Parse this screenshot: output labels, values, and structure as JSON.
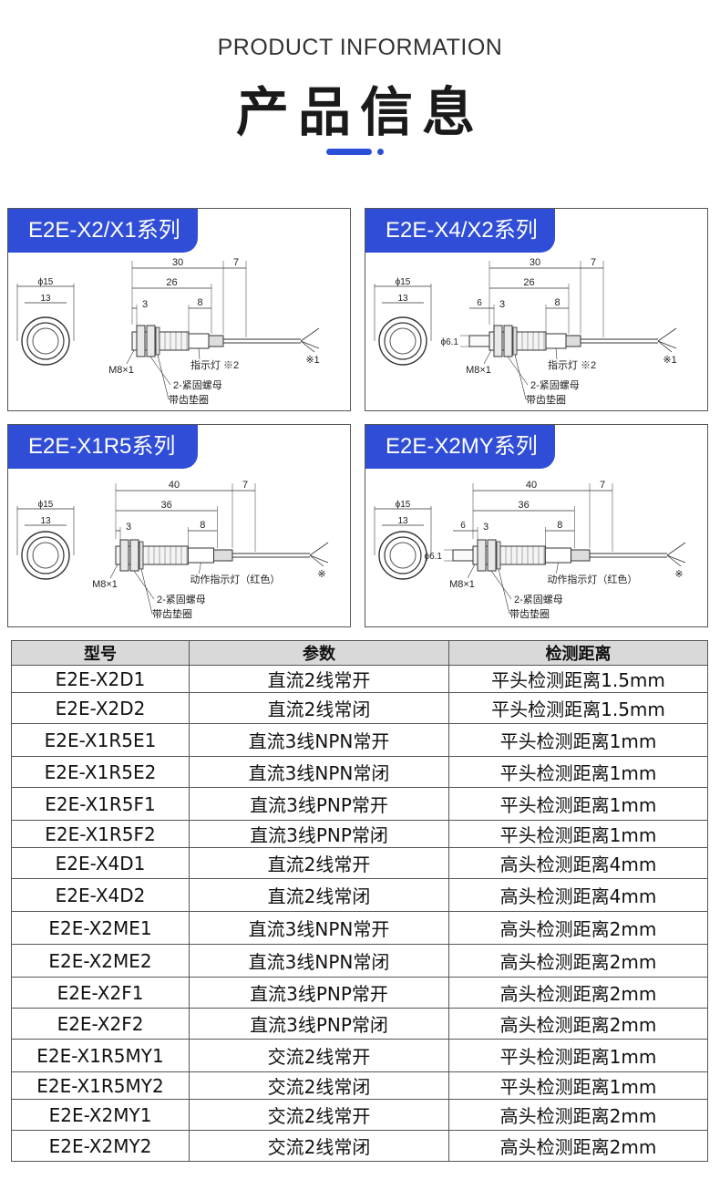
{
  "header": {
    "subtitle": "PRODUCT INFORMATION",
    "title": "产品信息"
  },
  "colors": {
    "accent": "#2c4fd8",
    "tab_bg": "#2f4dd6",
    "table_header_bg": "#d9d9d9"
  },
  "panels": [
    {
      "title": "E2E-X2/X1系列",
      "dims": {
        "diameter": "ϕ15",
        "hex": "13",
        "overall": "30",
        "cable": "7",
        "body": "26",
        "thread": "3",
        "led": "8"
      },
      "labels": {
        "thread_size": "M8×1",
        "indicator": "指示灯 ※2",
        "nut": "2-紧固螺母",
        "washer": "带齿垫圈",
        "note": "※1"
      }
    },
    {
      "title": "E2E-X4/X2系列",
      "dims": {
        "diameter": "ϕ15",
        "hex": "13",
        "overall": "30",
        "cable": "7",
        "body": "26",
        "head": "6",
        "thread": "3",
        "led": "8",
        "sensor": "ϕ6.1"
      },
      "labels": {
        "thread_size": "M8×1",
        "indicator": "指示灯 ※2",
        "nut": "2-紧固螺母",
        "washer": "带齿垫圈",
        "note": "※1"
      }
    },
    {
      "title": "E2E-X1R5系列",
      "dims": {
        "diameter": "ϕ15",
        "hex": "13",
        "overall": "40",
        "cable": "7",
        "body": "36",
        "thread": "3",
        "led": "8"
      },
      "labels": {
        "thread_size": "M8×1",
        "indicator": "动作指示灯（红色）",
        "nut": "2-紧固螺母",
        "washer": "带齿垫圈",
        "note": "※"
      }
    },
    {
      "title": "E2E-X2MY系列",
      "dims": {
        "diameter": "ϕ15",
        "hex": "13",
        "overall": "40",
        "cable": "7",
        "body": "36",
        "head": "6",
        "thread": "3",
        "led": "8",
        "sensor": "ϕ6.1"
      },
      "labels": {
        "thread_size": "M8×1",
        "indicator": "动作指示灯（红色）",
        "nut": "2-紧固螺母",
        "washer": "带齿垫圈",
        "note": "※"
      }
    }
  ],
  "table": {
    "headers": [
      "型号",
      "参数",
      "检测距离"
    ],
    "rows": [
      [
        "E2E-X2D1",
        "直流2线常开",
        "平头检测距离1.5mm"
      ],
      [
        "E2E-X2D2",
        "直流2线常闭",
        "平头检测距离1.5mm"
      ],
      [
        "E2E-X1R5E1",
        "直流3线NPN常开",
        "平头检测距离1mm"
      ],
      [
        "E2E-X1R5E2",
        "直流3线NPN常闭",
        "平头检测距离1mm"
      ],
      [
        "E2E-X1R5F1",
        "直流3线PNP常开",
        "平头检测距离1mm"
      ],
      [
        "E2E-X1R5F2",
        "直流3线PNP常闭",
        "平头检测距离1mm"
      ],
      [
        "E2E-X4D1",
        "直流2线常开",
        "高头检测距离4mm"
      ],
      [
        "E2E-X4D2",
        "直流2线常闭",
        "高头检测距离4mm"
      ],
      [
        "E2E-X2ME1",
        "直流3线NPN常开",
        "高头检测距离2mm"
      ],
      [
        "E2E-X2ME2",
        "直流3线NPN常闭",
        "高头检测距离2mm"
      ],
      [
        "E2E-X2F1",
        "直流3线PNP常开",
        "高头检测距离2mm"
      ],
      [
        "E2E-X2F2",
        "直流3线PNP常闭",
        "高头检测距离2mm"
      ],
      [
        "E2E-X1R5MY1",
        "交流2线常开",
        "平头检测距离1mm"
      ],
      [
        "E2E-X1R5MY2",
        "交流2线常闭",
        "平头检测距离1mm"
      ],
      [
        "E2E-X2MY1",
        "交流2线常开",
        "高头检测距离2mm"
      ],
      [
        "E2E-X2MY2",
        "交流2线常闭",
        "高头检测距离2mm"
      ]
    ]
  }
}
